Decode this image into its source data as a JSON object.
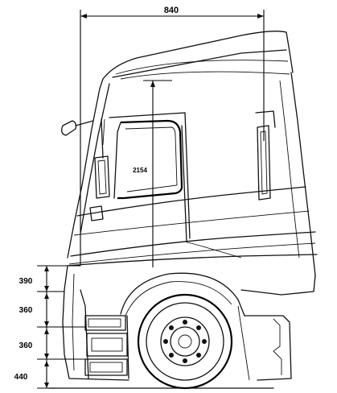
{
  "dimensions": {
    "cab_length": "840",
    "interior_height": "2154",
    "step_1": "390",
    "step_2": "360",
    "step_3": "360",
    "ground_clearance": "440"
  },
  "colors": {
    "line": "#111111",
    "background": "#ffffff"
  }
}
